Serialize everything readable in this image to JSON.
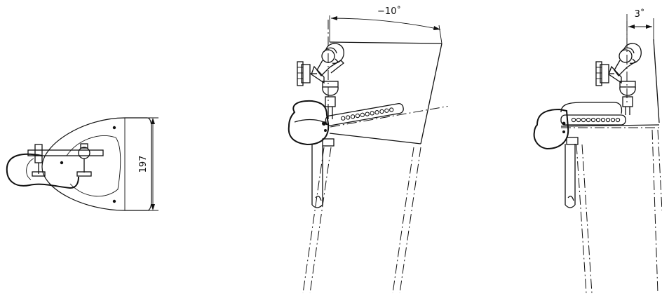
{
  "dimensions": {
    "width_label": "197",
    "angle_left_label": "−10˚",
    "angle_right_label": "3˚"
  }
}
